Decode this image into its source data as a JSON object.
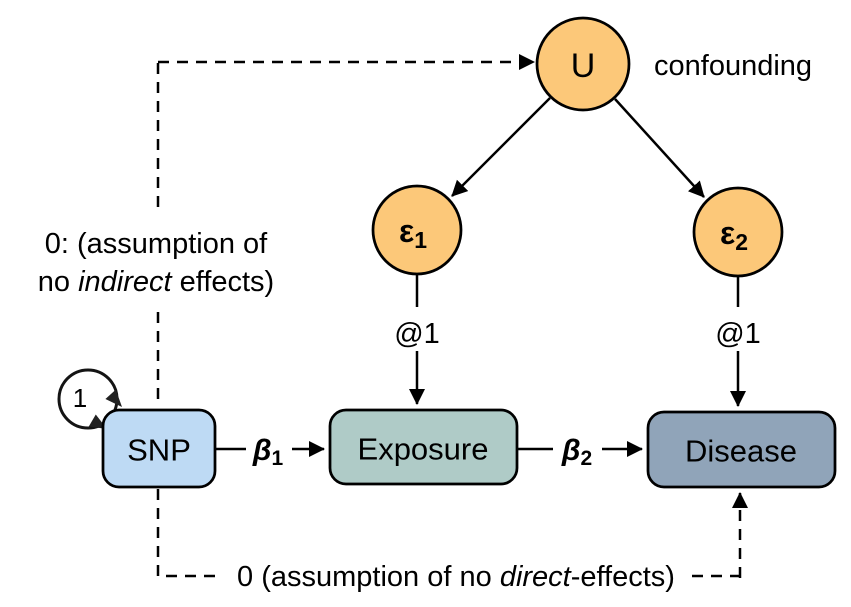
{
  "diagram": {
    "colors": {
      "latent_fill": "#FCC879",
      "snp_fill": "#BEDAF4",
      "exposure_fill": "#AFCBC7",
      "disease_fill": "#90A4B9",
      "stroke": "#000000"
    },
    "nodes": {
      "u": {
        "label": "U",
        "annotation": "confounding"
      },
      "epsilon1": {
        "symbol": "ε",
        "sub": "1"
      },
      "epsilon2": {
        "symbol": "ε",
        "sub": "2"
      },
      "snp": {
        "label": "SNP"
      },
      "exposure": {
        "label": "Exposure"
      },
      "disease": {
        "label": "Disease"
      }
    },
    "edges": {
      "beta1": {
        "symbol": "β",
        "sub": "1"
      },
      "beta2": {
        "symbol": "β",
        "sub": "2"
      },
      "loading1": {
        "label": "@1"
      },
      "loading2": {
        "label": "@1"
      },
      "variance": {
        "label": "1"
      }
    },
    "annotations": {
      "indirect": {
        "line1": "0: (assumption of",
        "line2_pre": "no ",
        "line2_italic": "indirect",
        "line2_post": " effects)"
      },
      "direct": {
        "pre": "0 (assumption of no ",
        "italic": "direct",
        "post": "-effects)"
      }
    }
  }
}
